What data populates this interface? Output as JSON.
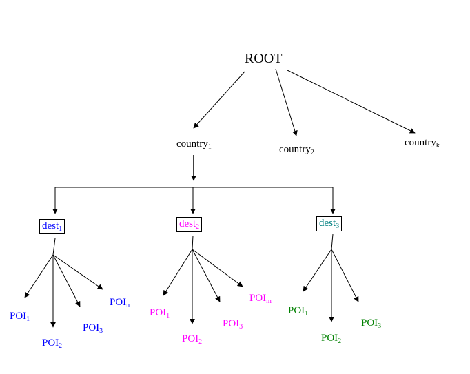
{
  "colors": {
    "edge": "#000000",
    "text": "#000000",
    "dest1": "#0000ff",
    "dest2": "#ff00ff",
    "dest3": "#008080",
    "poi1": "#0000ff",
    "poi2": "#ff00ff",
    "poi3": "#008000"
  },
  "root": {
    "label": "ROOT"
  },
  "countries": [
    {
      "base": "country",
      "sub": "1"
    },
    {
      "base": "country",
      "sub": "2"
    },
    {
      "base": "country",
      "sub": "k"
    }
  ],
  "destinations": [
    {
      "base": "dest",
      "sub": "1"
    },
    {
      "base": "dest",
      "sub": "2"
    },
    {
      "base": "dest",
      "sub": "3"
    }
  ],
  "pois": {
    "group1": [
      {
        "base": "POI",
        "sub": "1"
      },
      {
        "base": "POI",
        "sub": "2"
      },
      {
        "base": "POI",
        "sub": "3"
      },
      {
        "base": "POI",
        "sub": "n"
      }
    ],
    "group2": [
      {
        "base": "POI",
        "sub": "1"
      },
      {
        "base": "POI",
        "sub": "2"
      },
      {
        "base": "POI",
        "sub": "3"
      },
      {
        "base": "POI",
        "sub": "m"
      }
    ],
    "group3": [
      {
        "base": "POI",
        "sub": "1"
      },
      {
        "base": "POI",
        "sub": "2"
      },
      {
        "base": "POI",
        "sub": "3"
      }
    ]
  }
}
